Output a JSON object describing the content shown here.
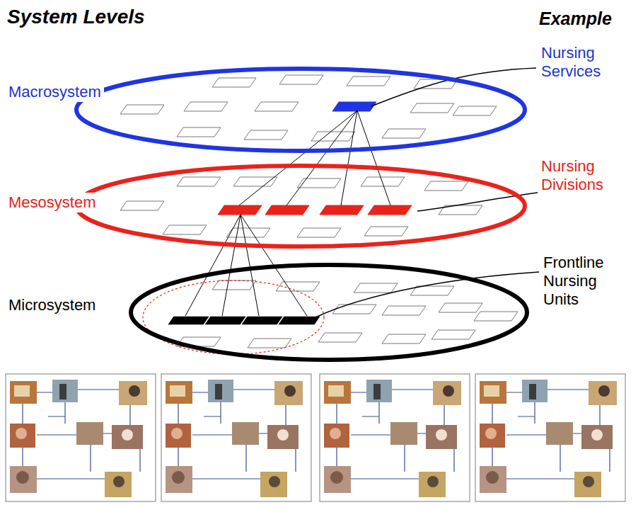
{
  "diagram": {
    "nodes": [
      {
        "text": [
          "Macrosystem"
        ]
      },
      {
        "text": [
          "Mesosystem"
        ]
      },
      {
        "text": [
          "Microsystem"
        ]
      }
    ],
    "labels": [
      "System Levels",
      "Example",
      "Nursing Services",
      "Nursing Divisions",
      "Frontline Nursing Units"
    ]
  }
}
